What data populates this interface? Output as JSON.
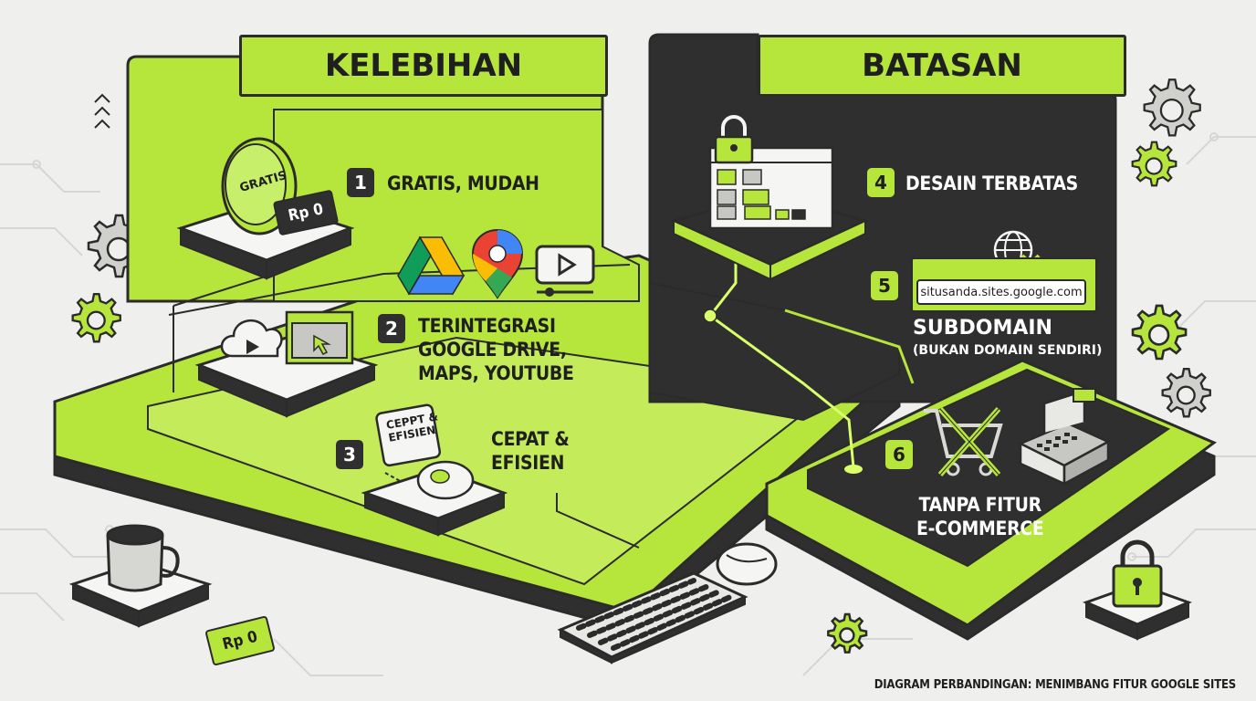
{
  "headers": {
    "left": "KELEBIHAN",
    "right": "BATASAN"
  },
  "advantages": [
    {
      "number": "1",
      "lines": [
        "GRATIS, MUDAH"
      ]
    },
    {
      "number": "2",
      "lines": [
        "TERINTEGRASI",
        "GOOGLE DRIVE,",
        "MAPS, YOUTUBE"
      ]
    },
    {
      "number": "3",
      "lines": [
        "CEPAT &",
        "EFISIEN"
      ]
    }
  ],
  "limitations": [
    {
      "number": "4",
      "lines": [
        "DESAIN TERBATAS"
      ]
    },
    {
      "number": "5",
      "lines": [
        "SUBDOMAIN",
        "(BUKAN DOMAIN SENDIRI)"
      ]
    },
    {
      "number": "6",
      "lines": [
        "TANPA FITUR",
        "E-COMMERCE"
      ]
    }
  ],
  "illustration_text": {
    "coin": "GRATIS",
    "price_tag": "Rp 0",
    "price_tag_desk": "Rp 0",
    "speed_card": [
      "CEPPT &",
      "EFISIEN"
    ],
    "url": "situsanda.sites.google.com"
  },
  "caption": "DIAGRAM PERBANDINGAN: MENIMBANG FITUR GOOGLE SITES",
  "colors": {
    "lime": "#b6e53b",
    "dark": "#2f2f30",
    "background": "#efefed",
    "outline": "#2b2b2b"
  },
  "icons": [
    "coin-icon",
    "google-drive-icon",
    "google-maps-icon",
    "youtube-icon",
    "cloud-icon",
    "cursor-window-icon",
    "mouse-icon",
    "lock-icon",
    "browser-layout-icon",
    "globe-icon",
    "cart-crossed-icon",
    "cash-register-icon",
    "gear-icon",
    "coffee-mug-icon",
    "keyboard-icon"
  ]
}
